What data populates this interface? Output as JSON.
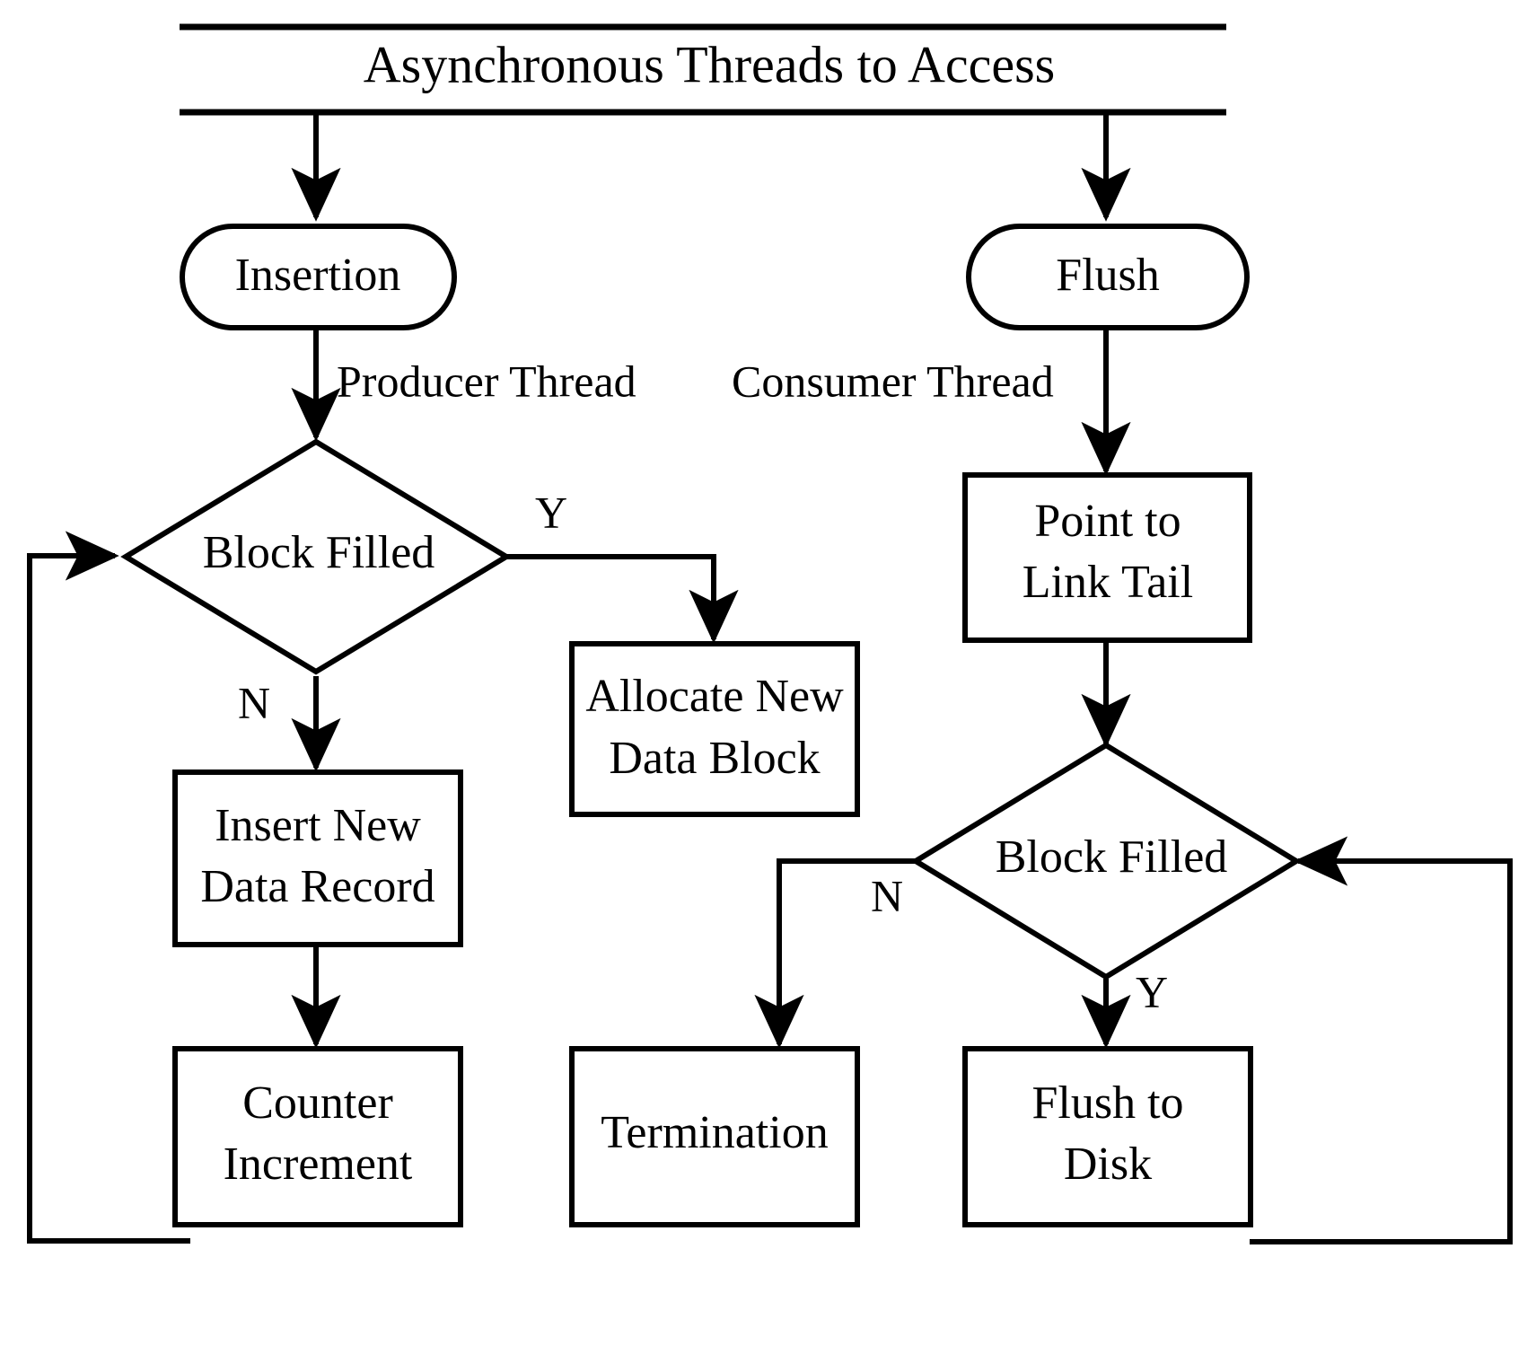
{
  "diagram": {
    "title": "Asynchronous Threads to Access",
    "nodes": {
      "insertion": "Insertion",
      "flush": "Flush",
      "block_filled_left": "Block Filled",
      "block_filled_right": "Block Filled",
      "allocate_new_data_block_line1": "Allocate New",
      "allocate_new_data_block_line2": "Data Block",
      "insert_new_data_record_line1": "Insert New",
      "insert_new_data_record_line2": "Data Record",
      "counter_increment_line1": "Counter",
      "counter_increment_line2": "Increment",
      "termination": "Termination",
      "point_to_link_tail_line1": "Point to",
      "point_to_link_tail_line2": "Link Tail",
      "flush_to_disk_line1": "Flush to",
      "flush_to_disk_line2": "Disk"
    },
    "edge_labels": {
      "producer_thread": "Producer Thread",
      "consumer_thread": "Consumer Thread",
      "left_yes": "Y",
      "left_no": "N",
      "right_no": "N",
      "right_yes": "Y"
    },
    "colors": {
      "stroke": "#000000",
      "fill": "#ffffff",
      "text": "#000000"
    }
  }
}
